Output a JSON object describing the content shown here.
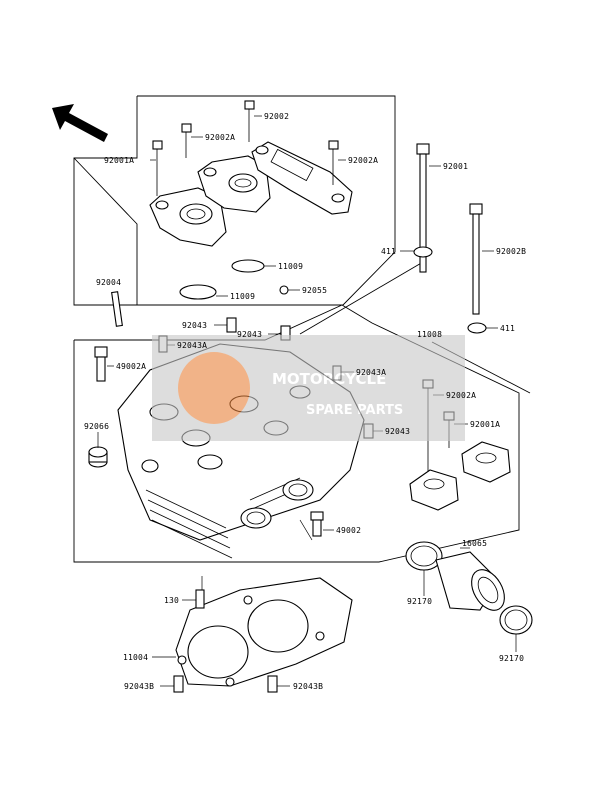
{
  "watermark": {
    "line1": "MOTORCYCLE",
    "line2": "SPARE PARTS"
  },
  "labels": {
    "p92001A_top": "92001A",
    "p92002A_left": "92002A",
    "p92002": "92002",
    "p92002A_right": "92002A",
    "p92001": "92001",
    "p92002B": "92002B",
    "p411_top": "411",
    "p411_right": "411",
    "p11009_a": "11009",
    "p11009_b": "11009",
    "p92004": "92004",
    "p92055": "92055",
    "p92043_a": "92043",
    "p92043_b": "92043",
    "p11008": "11008",
    "p92043A_left": "92043A",
    "p49002A": "49002A",
    "p92043A_right": "92043A",
    "p92002A_mid": "92002A",
    "p92066": "92066",
    "p92043_c": "92043",
    "p92001A_right": "92001A",
    "p49002": "49002",
    "p16065": "16065",
    "p92170_a": "92170",
    "p92170_b": "92170",
    "p130": "130",
    "p11004": "11004",
    "p92043B_left": "92043B",
    "p92043B_right": "92043B"
  },
  "colors": {
    "line": "#000000",
    "watermark_bg": "#c8c8c8",
    "watermark_logo": "#e8823a",
    "watermark_text": "#ffffff"
  }
}
